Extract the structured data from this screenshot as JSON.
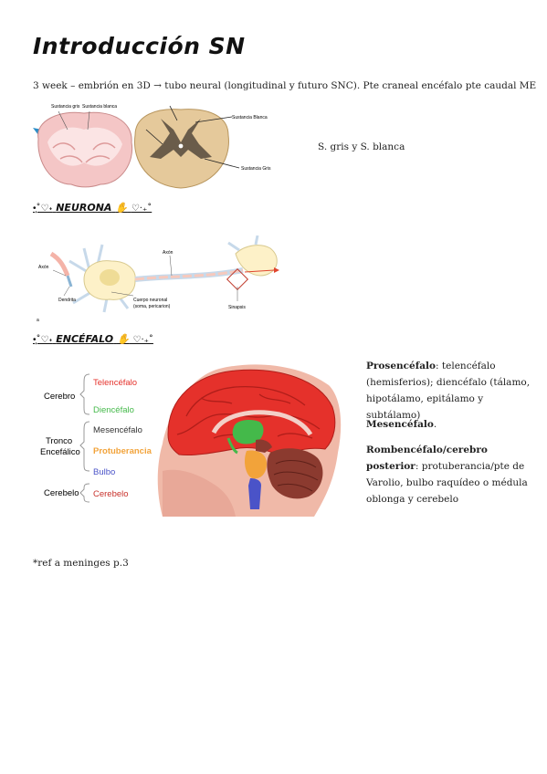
{
  "title": "Introducción SN",
  "intro": "3 week – embrión en 3D → tubo neural (longitudinal y futuro SNC). Pte craneal encéfalo pte caudal ME",
  "figure1": {
    "label_gris": "Sustancia gris",
    "label_blanca": "Sustancia blanca",
    "label_sust_blanca": "Sustancia Blanca",
    "label_sust_gris": "Sustancia Gris"
  },
  "sgris_note": "S. gris y S. blanca",
  "section_neurona": {
    "prefix": "ㅤ",
    "deco_left": "•̩͙˚♡˖",
    "title": "NEURONA",
    "deco_right": "♡‧₊˚"
  },
  "neuron_fig": {
    "axon_left": "Axón",
    "axon_top": "Axón",
    "dendrita": "Dendrita",
    "cuerpo": "Cuerpo neuronal",
    "cuerpo2": "(soma, pericarion)",
    "sinapsis": "Sinapsis",
    "small_a": "a"
  },
  "section_encefalo": {
    "deco_left": "•̩͙˚♡˖",
    "title": "ENCÉFALO",
    "deco_right": "♡‧₊˚"
  },
  "brain_legend": {
    "cerebro": "Cerebro",
    "tronco1": "Tronco",
    "tronco2": "Encefálico",
    "cerebelo_l": "Cerebelo",
    "telencefalo": "Telencéfalo",
    "diencefalo": "Diencéfalo",
    "mesencefalo": "Mesencéfalo",
    "protuberancia": "Protuberancia",
    "bulbo": "Bulbo",
    "cerebelo_r": "Cerebelo"
  },
  "colors": {
    "telencefalo": "#e5312b",
    "diencefalo": "#44b94a",
    "protuberancia": "#f2a33a",
    "bulbo": "#4a53c8",
    "cerebelo": "#c8322c"
  },
  "paragraphs": {
    "p1_bold": "Prosencéfalo",
    "p1_text": ": telencéfalo (hemisferios); diencéfalo (tálamo, hipotálamo, epitálamo y subtálamo)",
    "p2_bold": "Mesencéfalo",
    "p2_text": ".",
    "p3_bold": "Rombencéfalo/cerebro posterior",
    "p3_text": ": protuberancia/pte de Varolio, bulbo raquídeo o médula oblonga y cerebelo"
  },
  "ref": "*ref a meninges p.3"
}
